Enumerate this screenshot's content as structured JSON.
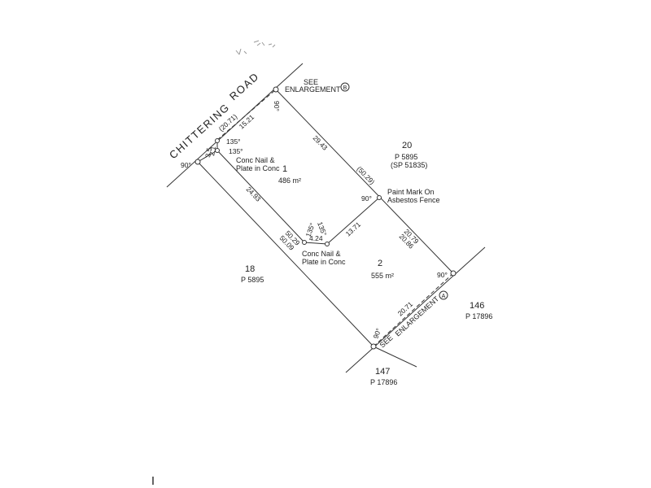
{
  "road": {
    "word1": "CHITTERING",
    "word2": "ROAD"
  },
  "enlargement_b": {
    "see": "SEE",
    "text": "ENLARGEMENT",
    "marker": "B"
  },
  "enlargement_a": {
    "see": "SEE",
    "text": "ENLARGEMENT",
    "marker": "A"
  },
  "parcels": {
    "p20": {
      "number": "20",
      "plan": "P 5895",
      "sp": "(SP 51835)"
    },
    "p18": {
      "number": "18",
      "plan": "P 5895"
    },
    "p146": {
      "number": "146",
      "plan": "P 17896"
    },
    "p147": {
      "number": "147",
      "plan": "P 17896"
    }
  },
  "lots": {
    "lot1": {
      "number": "1",
      "area": "486 m²"
    },
    "lot2": {
      "number": "2",
      "area": "555 m²"
    }
  },
  "notes": {
    "nail_top_1": "Conc Nail &",
    "nail_top_2": "Plate in Conc",
    "nail_mid_1": "Conc Nail &",
    "nail_mid_2": "Plate in Conc",
    "paint_1": "Paint Mark On",
    "paint_2": "Asbestos Fence"
  },
  "dimensions": {
    "frontage_total": "(20.71)",
    "frontage_part": "15.21",
    "front_small_1": "2.1",
    "front_small_2": "3.5",
    "east_upper": "29.43",
    "east_total": "(50.29)",
    "lot1_west": "24.93",
    "step": "4.24",
    "inner": "13.71",
    "east_lower_1": "20.79",
    "east_lower_2": "20.86",
    "west_lower_1": "50.29",
    "west_lower_2": "50.09",
    "rear": "20.71"
  },
  "angles": {
    "a_top_1": "135°",
    "a_top_2": "135°",
    "a_nw": "90°",
    "a_ne": "90°",
    "a_fence": "90°",
    "a_step_1": "135°",
    "a_step_2": "135°",
    "a_se": "90°",
    "a_sw": "90°"
  }
}
